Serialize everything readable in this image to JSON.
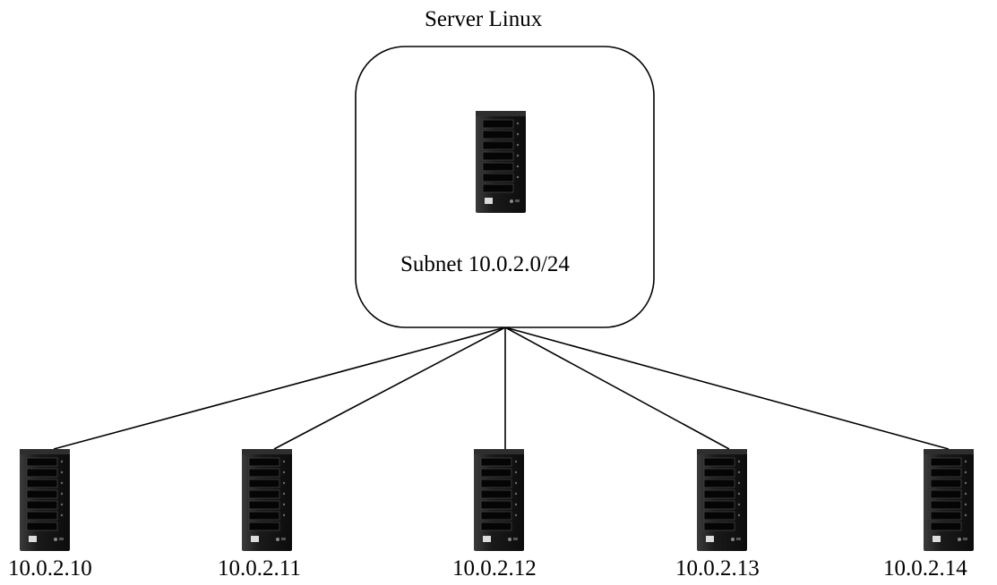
{
  "server": {
    "title": "Server Linux",
    "subnet": "Subnet 10.0.2.0/24",
    "icon": "server-tower-icon"
  },
  "hosts": [
    {
      "ip": "10.0.2.10",
      "icon": "server-tower-icon"
    },
    {
      "ip": "10.0.2.11",
      "icon": "server-tower-icon"
    },
    {
      "ip": "10.0.2.12",
      "icon": "server-tower-icon"
    },
    {
      "ip": "10.0.2.13",
      "icon": "server-tower-icon"
    },
    {
      "ip": "10.0.2.14",
      "icon": "server-tower-icon"
    }
  ],
  "colors": {
    "line": "#000000",
    "tower_body": "#1c1c1c",
    "tower_side": "#3a3a3a",
    "bay": "#0d0d0d"
  }
}
